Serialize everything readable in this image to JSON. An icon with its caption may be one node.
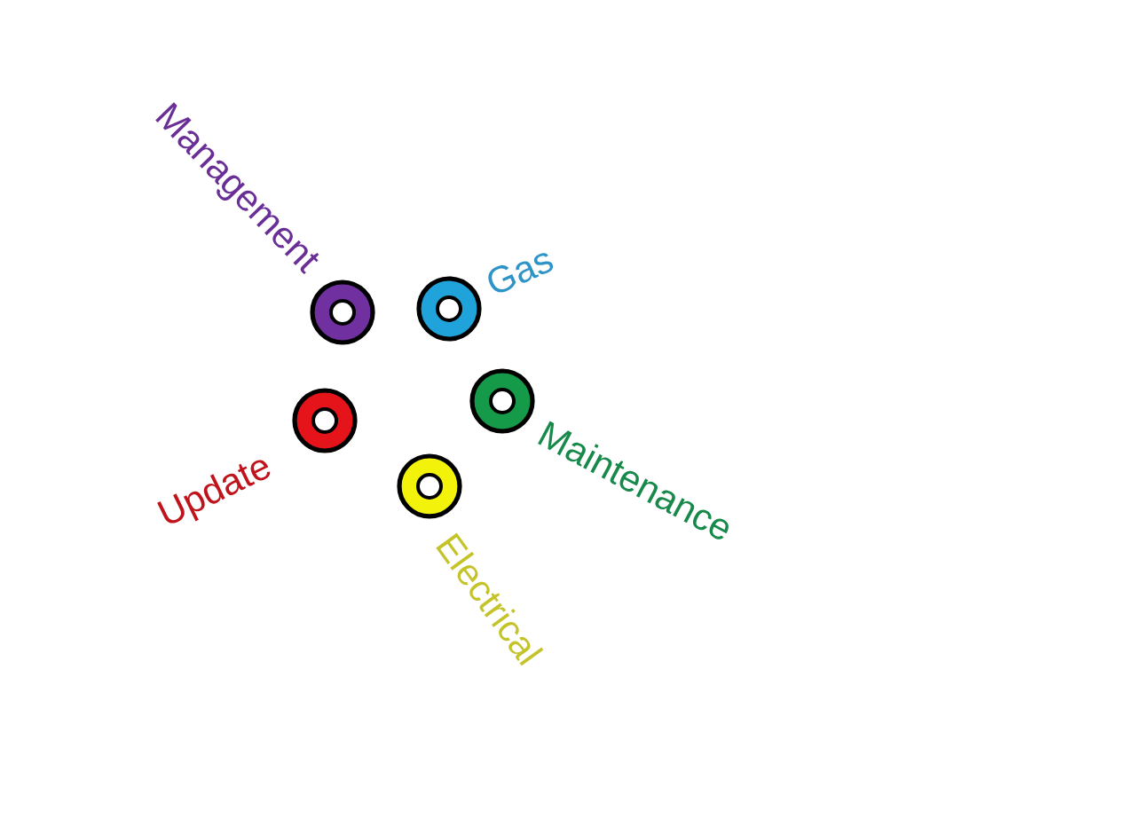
{
  "diagram": {
    "nodes": [
      {
        "text": [
          "Management"
        ]
      },
      {
        "text": [
          "Gas"
        ]
      },
      {
        "text": [
          "Update"
        ]
      },
      {
        "text": [
          "Maintenance"
        ]
      },
      {
        "text": [
          "Electrical"
        ]
      }
    ]
  }
}
